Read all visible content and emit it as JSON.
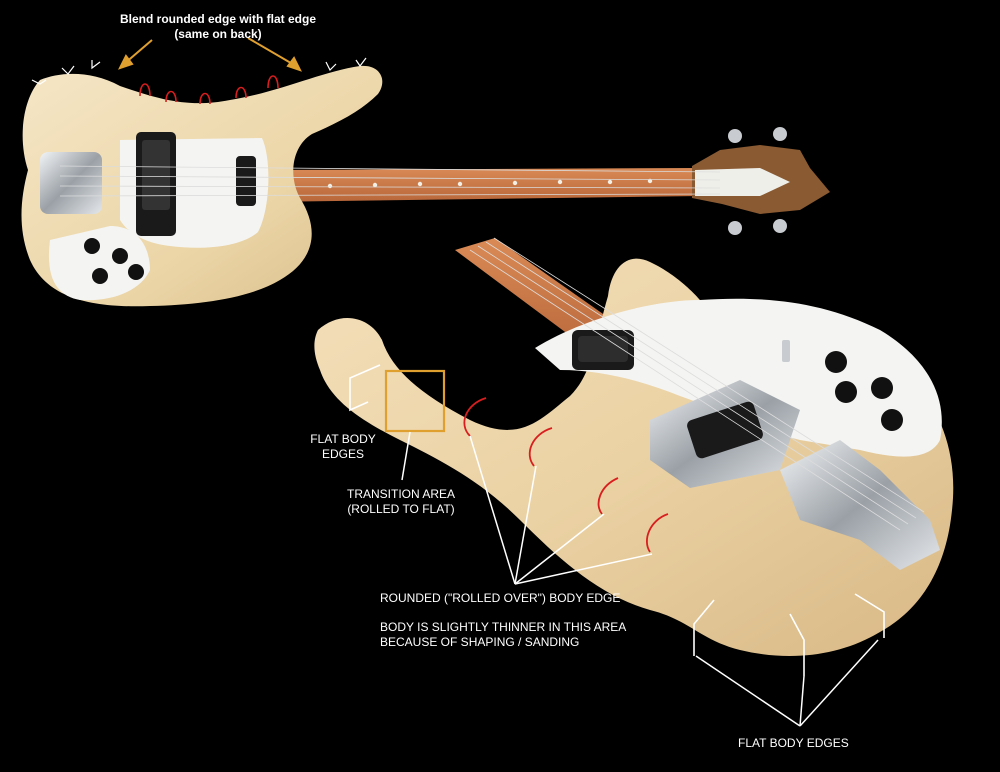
{
  "annotations": {
    "blend_line1": "Blend rounded edge with flat edge",
    "blend_line2": "(same on back)",
    "flat_left_line1": "FLAT BODY",
    "flat_left_line2": "EDGES",
    "transition_line1": "TRANSITION AREA",
    "transition_line2": "(ROLLED TO FLAT)",
    "rounded_edge": "ROUNDED (\"ROLLED OVER\") BODY EDGE",
    "thinner_line1": "BODY IS SLIGHTLY THINNER IN THIS AREA",
    "thinner_line2": "BECAUSE OF SHAPING / SANDING",
    "flat_bottom": "FLAT BODY EDGES"
  },
  "colors": {
    "background": "#000000",
    "body_wood": "#efdcb4",
    "fretboard": "#c9784a",
    "pickguard": "#f4f4f2",
    "headstock": "#8a5a32",
    "chrome": "#c8ccd0",
    "annotation_white": "#ffffff",
    "annotation_red": "#d81e1e",
    "annotation_orange": "#e0a030"
  }
}
